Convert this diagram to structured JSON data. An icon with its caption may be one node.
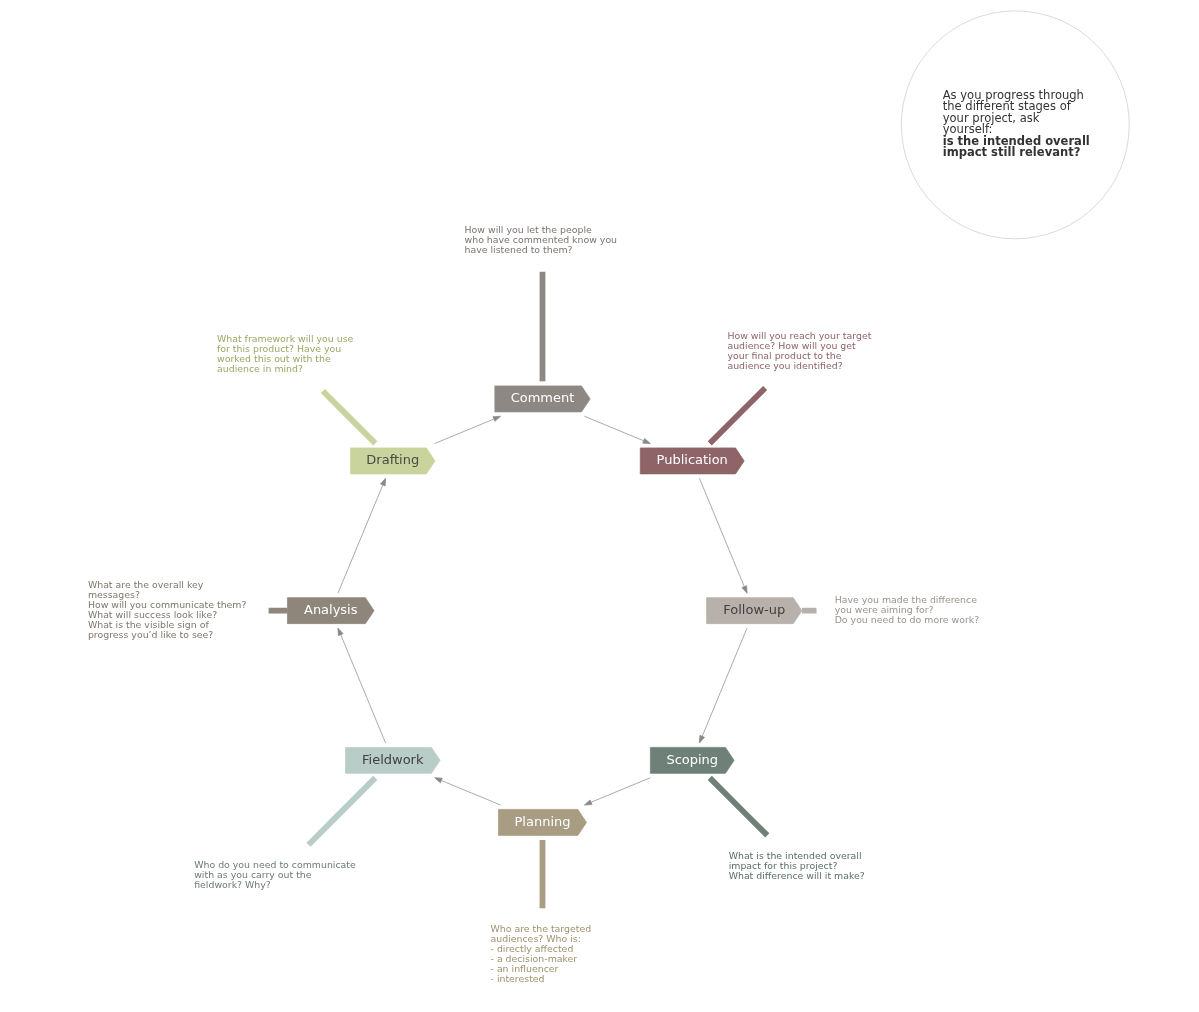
{
  "diagram": {
    "nodes": [
      {
        "text": [
          "Scoping"
        ]
      },
      {
        "text": [
          "Planning"
        ]
      },
      {
        "text": [
          "Fieldwork"
        ]
      },
      {
        "text": [
          "Analysis"
        ]
      },
      {
        "text": [
          "Drafting"
        ]
      },
      {
        "text": [
          "Comment"
        ]
      },
      {
        "text": [
          "Publication"
        ]
      },
      {
        "text": [
          "Follow-up"
        ]
      },
      {
        "text": [
          "What is the intended overall impact for this project?",
          "What difference will it make?"
        ]
      },
      {
        "text": [
          "Who are the targeted audiences? Who is:",
          "- directly affected",
          "- a decision-maker",
          "- an influencer",
          "- interested"
        ]
      },
      {
        "text": [
          "Who do you need to communicate with as you carry out the fieldwork? Why?"
        ]
      },
      {
        "text": [
          "What are the overall key messages?",
          "How will you communicate them?",
          "What will success look like?",
          "What is the visible sign of progress you’d like to see?"
        ]
      },
      {
        "text": [
          "What framework will you use for this product? Have you worked this out with the audience in mind?"
        ]
      },
      {
        "text": [
          "How will you let the people who have commented know you have listened to them?"
        ]
      },
      {
        "text": [
          "How will you reach your target audience? How will you get your final product to the audience you identified?"
        ]
      },
      {
        "text": [
          "Have you made the difference you were aiming for?",
          "Do you need to do more work?"
        ]
      },
      {
        "text": [
          "As you progress through the different stages of your project, ask yourself:",
          "is the intended overall impact still relevant?"
        ]
      }
    ],
    "edges": [
      {
        "from": 0,
        "to": 1,
        "arrow": "to"
      },
      {
        "from": 1,
        "to": 2,
        "arrow": "to"
      },
      {
        "from": 2,
        "to": 3,
        "arrow": "to"
      },
      {
        "from": 3,
        "to": 4,
        "arrow": "to"
      },
      {
        "from": 4,
        "to": 5,
        "arrow": "to"
      },
      {
        "from": 5,
        "to": 6,
        "arrow": "to"
      },
      {
        "from": 6,
        "to": 7,
        "arrow": "to"
      },
      {
        "from": 7,
        "to": 0,
        "arrow": "to"
      },
      {
        "from": 0,
        "to": 8,
        "arrow": "none",
        "style": "thick",
        "color": "#6e8078"
      },
      {
        "from": 1,
        "to": 9,
        "arrow": "none",
        "style": "thick",
        "color": "#a89c82"
      },
      {
        "from": 2,
        "to": 10,
        "arrow": "none",
        "style": "thick",
        "color": "#b8ccc8"
      },
      {
        "from": 3,
        "to": 11,
        "arrow": "none",
        "style": "thick",
        "color": "#8e867a"
      },
      {
        "from": 4,
        "to": 12,
        "arrow": "none",
        "style": "thick",
        "color": "#c8d49c"
      },
      {
        "from": 5,
        "to": 13,
        "arrow": "none",
        "style": "thick",
        "color": "#8e8884"
      },
      {
        "from": 6,
        "to": 14,
        "arrow": "none",
        "style": "thick",
        "color": "#8e6468"
      },
      {
        "from": 7,
        "to": 15,
        "arrow": "none",
        "style": "thick",
        "color": "#b8b0aa"
      }
    ]
  }
}
